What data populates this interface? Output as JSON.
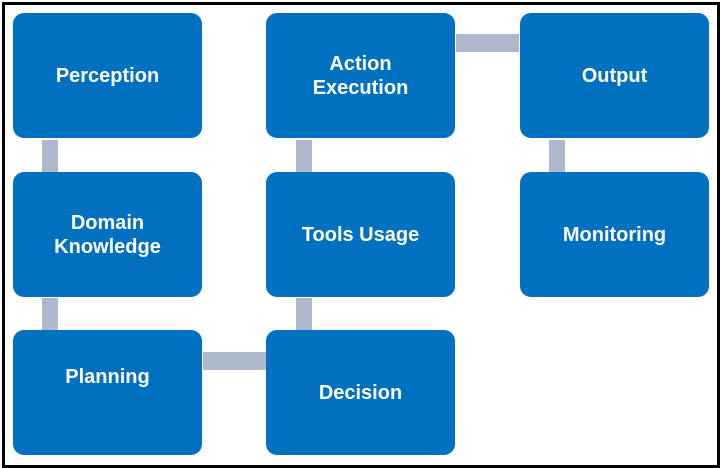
{
  "colors": {
    "node_fill": "#0070c0",
    "connector": "#adb9ca",
    "border": "#000000",
    "text": "#ffffff"
  },
  "nodes": {
    "perception": {
      "label": "Perception"
    },
    "domain_knowledge": {
      "label": "Domain\nKnowledge"
    },
    "planning": {
      "label": "Planning"
    },
    "action_execution": {
      "label": "Action\nExecution"
    },
    "tools_usage": {
      "label": "Tools Usage"
    },
    "decision": {
      "label": "Decision"
    },
    "output": {
      "label": "Output"
    },
    "monitoring": {
      "label": "Monitoring"
    }
  },
  "connections": [
    [
      "perception",
      "domain_knowledge"
    ],
    [
      "domain_knowledge",
      "planning"
    ],
    [
      "planning",
      "decision"
    ],
    [
      "decision",
      "tools_usage"
    ],
    [
      "tools_usage",
      "action_execution"
    ],
    [
      "action_execution",
      "output"
    ],
    [
      "output",
      "monitoring"
    ]
  ]
}
